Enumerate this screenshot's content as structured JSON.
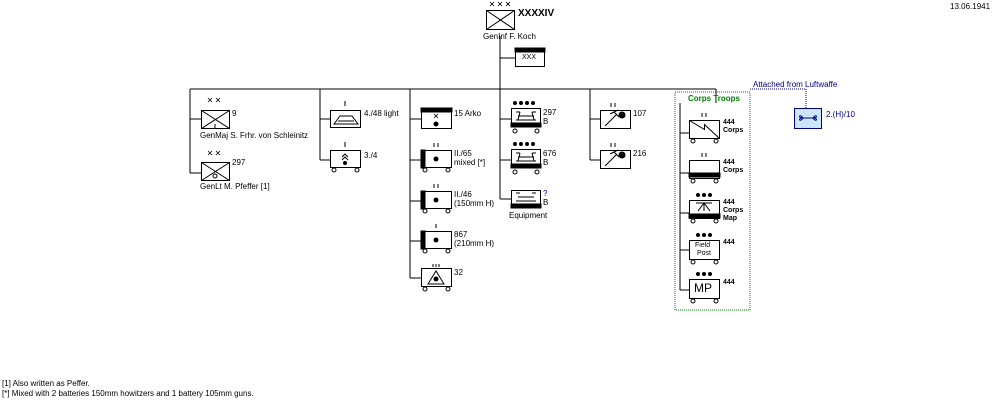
{
  "date": "13.06.1941",
  "corps": {
    "echelon": "XXXXIV",
    "commander": "GenInf F. Koch",
    "hq_echelon": "XXX"
  },
  "divisions": [
    {
      "name": "9",
      "commander": "GenMaj S. Frhr. von Schleinitz"
    },
    {
      "name": "297",
      "commander": "GenLt M. Pfeffer [1]"
    }
  ],
  "column2": [
    {
      "label": "4./48 light"
    },
    {
      "label": "3./4"
    }
  ],
  "artillery": [
    {
      "label": "15 Arko"
    },
    {
      "label": "II./65",
      "label2": "mixed [*]"
    },
    {
      "label": "II./46",
      "label2": "(150mm H)"
    },
    {
      "label": "867",
      "label2": "(210mm H)"
    },
    {
      "label": "32"
    }
  ],
  "supply": [
    {
      "label": "297",
      "label2": "B"
    },
    {
      "label": "676",
      "label2": "B"
    },
    {
      "label": "?",
      "label2": "B",
      "caption": "Equipment"
    }
  ],
  "engineers": [
    {
      "label": "107"
    },
    {
      "label": "216"
    }
  ],
  "corps_troops": {
    "title": "Corps Troops",
    "units": [
      {
        "label": "444",
        "label2": "Corps",
        "label3": ""
      },
      {
        "label": "444",
        "label2": "Corps",
        "label3": ""
      },
      {
        "label": "444",
        "label2": "Corps",
        "label3": "Map"
      },
      {
        "label": "444",
        "box_text1": "Field",
        "box_text2": "Post"
      },
      {
        "label": "444",
        "box_text": "MP"
      }
    ]
  },
  "luftwaffe": {
    "note": "Attached from Luftwaffe",
    "label": "2.(H)/10"
  },
  "footnotes": [
    "[1] Also written as Peffer.",
    "[*] Mixed with 2 batteries 150mm howitzers and 1 battery 105mm guns."
  ],
  "colors": {
    "line": "#000000",
    "blue": "#000080",
    "green": "#008000",
    "luftwaffe_fill": "#cce6ff"
  }
}
